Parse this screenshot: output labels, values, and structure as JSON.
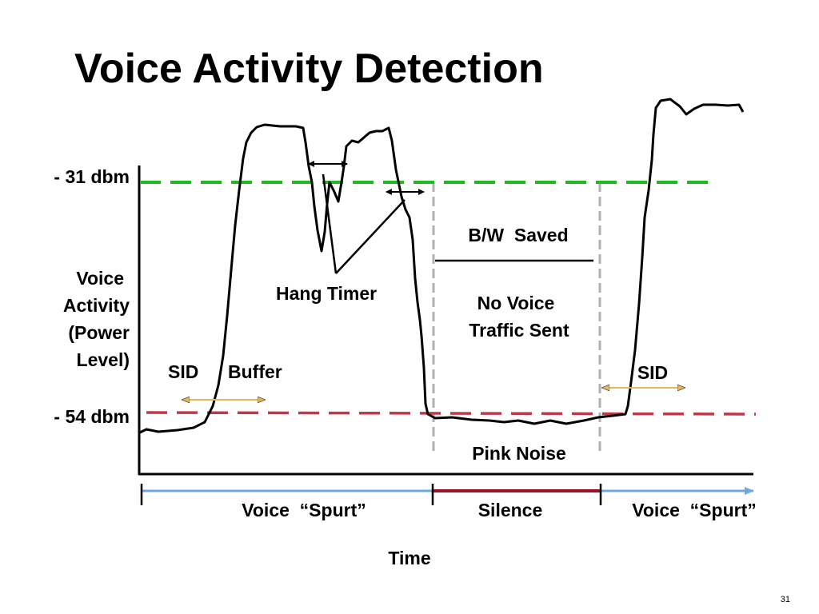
{
  "slide": {
    "title": "Voice Activity Detection",
    "page_number": "31"
  },
  "diagram": {
    "y_axis_label_lines": [
      "Voice",
      "Activity",
      "(Power",
      "Level)"
    ],
    "level_high": "- 31 dbm",
    "level_low": "- 54 dbm",
    "annotations": {
      "hang_timer": "Hang Timer",
      "sid_buffer_1": "SID",
      "sid_buffer_2": "Buffer",
      "bw_saved": "B/W  Saved",
      "no_voice_1": "No Voice",
      "no_voice_2": "Traffic Sent",
      "pink_noise": "Pink Noise",
      "sid_right": "SID"
    },
    "timeline": {
      "segments": [
        "Voice  “Spurt”",
        "Silence",
        "Voice  “Spurt”"
      ],
      "axis_label": "Time"
    },
    "colors": {
      "threshold_high": "#22b822",
      "threshold_low": "#c0394b",
      "silence_box": "#b0b0b0",
      "timeline_voice": "#6fa8dc",
      "timeline_silence": "#a01020",
      "sid_arrow": "#e6b45a"
    }
  }
}
